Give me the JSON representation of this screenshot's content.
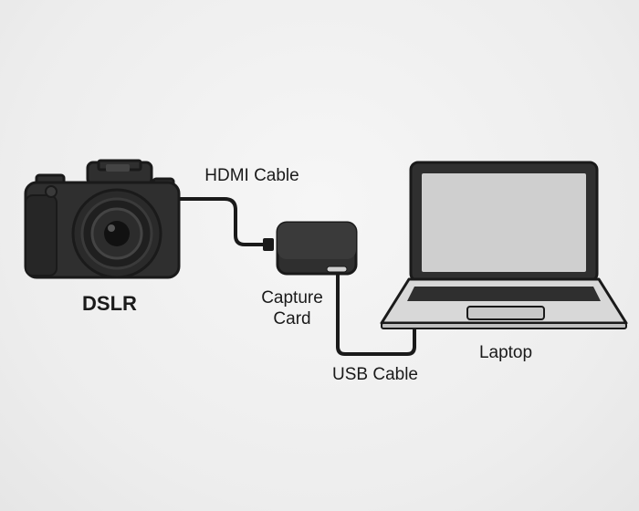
{
  "devices": {
    "camera": {
      "label": "DSLR"
    },
    "capture_card": {
      "label_line1": "Capture",
      "label_line2": "Card"
    },
    "laptop": {
      "label": "Laptop"
    }
  },
  "cables": {
    "hdmi": {
      "label": "HDMI Cable"
    },
    "usb": {
      "label": "USB Cable"
    }
  },
  "colors": {
    "device_dark": "#2f2f2f",
    "outline": "#1a1a1a",
    "screen": "#cfcfcf",
    "laptop_body": "#d8d8d8"
  }
}
